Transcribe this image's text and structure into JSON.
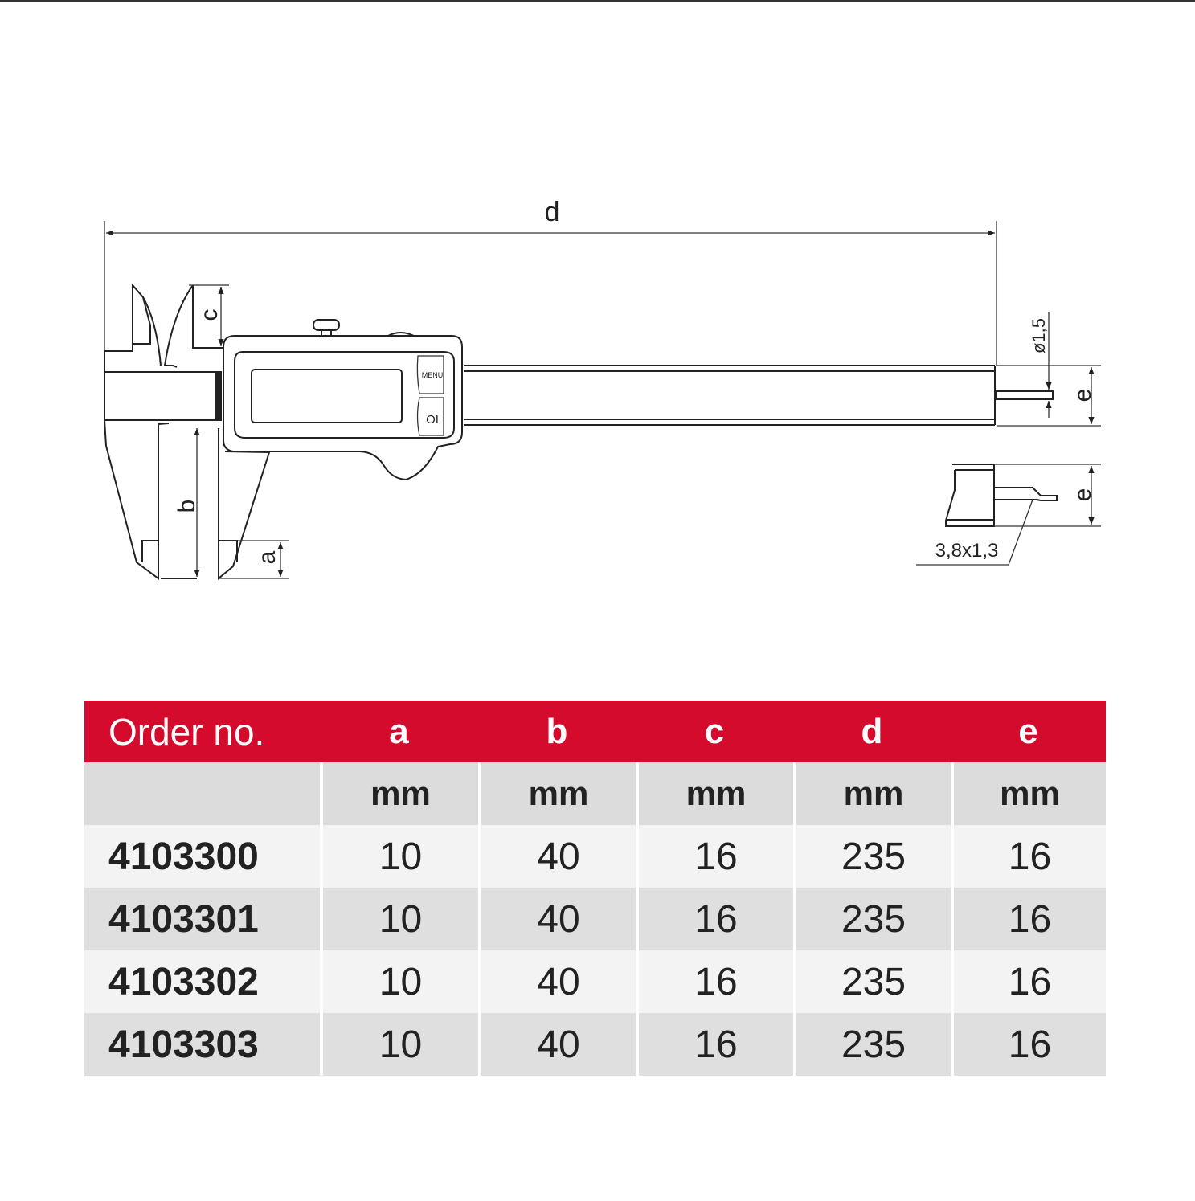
{
  "drawing": {
    "dim_labels": {
      "a": "a",
      "b": "b",
      "c": "c",
      "d": "d",
      "e_top": "e",
      "e_bottom": "e"
    },
    "rod_diameter": "ø1,5",
    "depth_blade": "3,8x1,3",
    "buttons": {
      "menu": "MENU",
      "onoff": "OI"
    }
  },
  "table": {
    "header_color": "#d50b2e",
    "headers": [
      "Order no.",
      "a",
      "b",
      "c",
      "d",
      "e"
    ],
    "units": [
      "",
      "mm",
      "mm",
      "mm",
      "mm",
      "mm"
    ],
    "rows": [
      [
        "4103300",
        "10",
        "40",
        "16",
        "235",
        "16"
      ],
      [
        "4103301",
        "10",
        "40",
        "16",
        "235",
        "16"
      ],
      [
        "4103302",
        "10",
        "40",
        "16",
        "235",
        "16"
      ],
      [
        "4103303",
        "10",
        "40",
        "16",
        "235",
        "16"
      ]
    ]
  }
}
